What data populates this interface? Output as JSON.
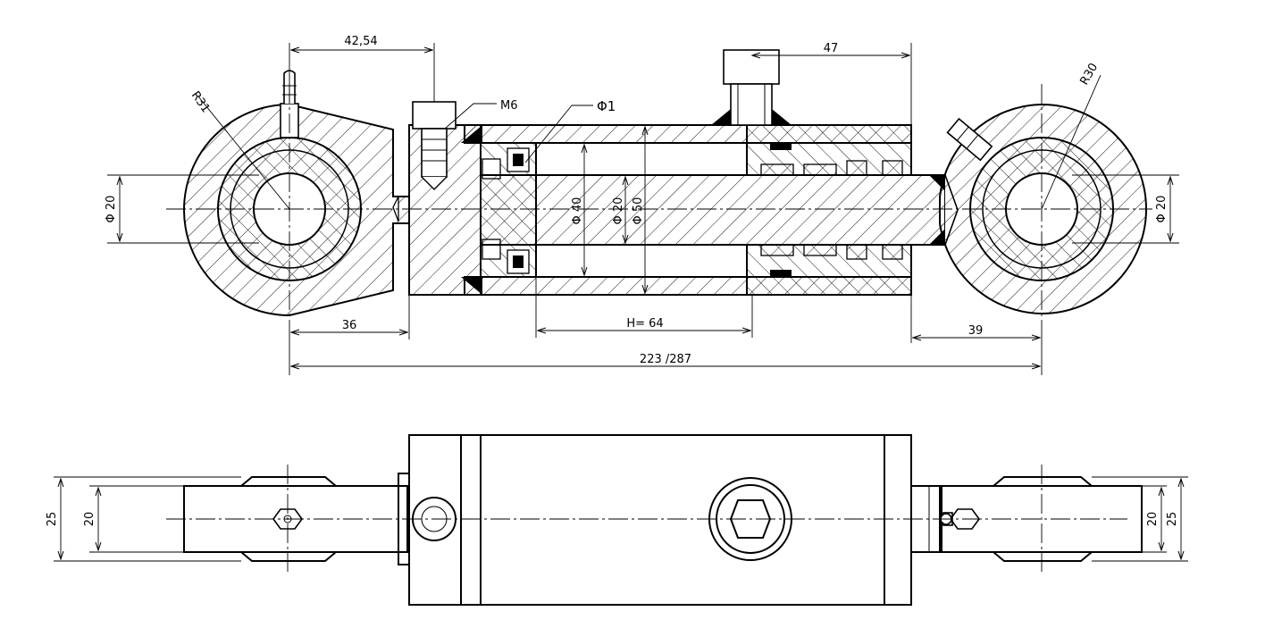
{
  "labels": {
    "pin_bore_offset": "42,54",
    "port_offset": "47",
    "thread": "M6",
    "orifice": "Φ1",
    "left_eye_radius": "R31",
    "right_eye_radius": "R30",
    "left_bore": "Φ 20",
    "right_bore": "Φ 20",
    "piston_dia": "Φ 40",
    "rod_dia": "Φ 20",
    "bore_dia": "Φ 50",
    "left_length": "36",
    "stroke": "H= 64",
    "right_length": "39",
    "total_length": "223 /287",
    "left_width_outer": "25",
    "left_width_inner": "20",
    "right_width_inner": "20",
    "right_width_outer": "25"
  },
  "colors": {
    "line": "#000000",
    "background": "#ffffff"
  }
}
